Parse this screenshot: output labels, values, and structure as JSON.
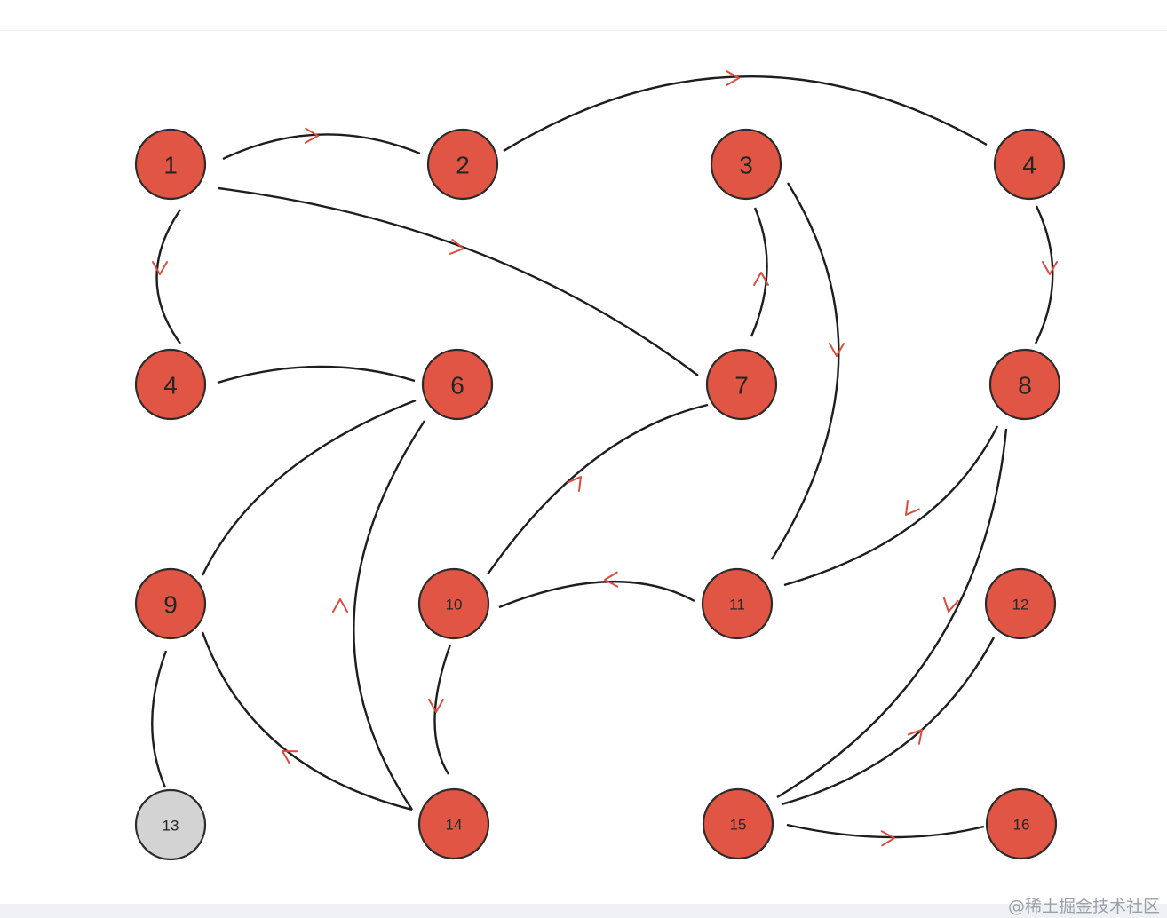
{
  "diagram": {
    "nodes": [
      {
        "id": "n1",
        "label": "1",
        "state": "active"
      },
      {
        "id": "n2",
        "label": "2",
        "state": "active"
      },
      {
        "id": "n3",
        "label": "3",
        "state": "active"
      },
      {
        "id": "n4a",
        "label": "4",
        "state": "active"
      },
      {
        "id": "n4b",
        "label": "4",
        "state": "active"
      },
      {
        "id": "n6",
        "label": "6",
        "state": "active"
      },
      {
        "id": "n7",
        "label": "7",
        "state": "active"
      },
      {
        "id": "n8",
        "label": "8",
        "state": "active"
      },
      {
        "id": "n9",
        "label": "9",
        "state": "active"
      },
      {
        "id": "n10",
        "label": "10",
        "state": "active"
      },
      {
        "id": "n11",
        "label": "11",
        "state": "active"
      },
      {
        "id": "n12",
        "label": "12",
        "state": "active"
      },
      {
        "id": "n13",
        "label": "13",
        "state": "inactive"
      },
      {
        "id": "n14",
        "label": "14",
        "state": "active"
      },
      {
        "id": "n15",
        "label": "15",
        "state": "active"
      },
      {
        "id": "n16",
        "label": "16",
        "state": "active"
      }
    ],
    "edges": [
      {
        "from": "n1",
        "to": "n2",
        "directed": true
      },
      {
        "from": "n2",
        "to": "n4a",
        "directed": true
      },
      {
        "from": "n1",
        "to": "n7",
        "directed": true
      },
      {
        "from": "n1",
        "to": "n4b",
        "directed": true
      },
      {
        "from": "n4a",
        "to": "n8",
        "directed": true
      },
      {
        "from": "n3",
        "to": "n11",
        "directed": true
      },
      {
        "from": "n7",
        "to": "n3",
        "directed": true
      },
      {
        "from": "n4b",
        "to": "n6",
        "directed": false
      },
      {
        "from": "n6",
        "to": "n9",
        "directed": false
      },
      {
        "from": "n14",
        "to": "n6",
        "directed": true
      },
      {
        "from": "n10",
        "to": "n7",
        "directed": true
      },
      {
        "from": "n8",
        "to": "n11",
        "directed": true
      },
      {
        "from": "n11",
        "to": "n10",
        "directed": true
      },
      {
        "from": "n8",
        "to": "n15",
        "directed": true
      },
      {
        "from": "n9",
        "to": "n13",
        "directed": false
      },
      {
        "from": "n14",
        "to": "n9",
        "directed": true
      },
      {
        "from": "n10",
        "to": "n14",
        "directed": true
      },
      {
        "from": "n15",
        "to": "n12",
        "directed": true
      },
      {
        "from": "n15",
        "to": "n16",
        "directed": true
      }
    ],
    "colors": {
      "active_fill": "#e05543",
      "inactive_fill": "#d3d3d3",
      "edge": "#1e1e1e",
      "arrow": "#dc4c3c",
      "outline": "#2b2b2b"
    }
  },
  "watermark": "@稀土掘金技术社区"
}
